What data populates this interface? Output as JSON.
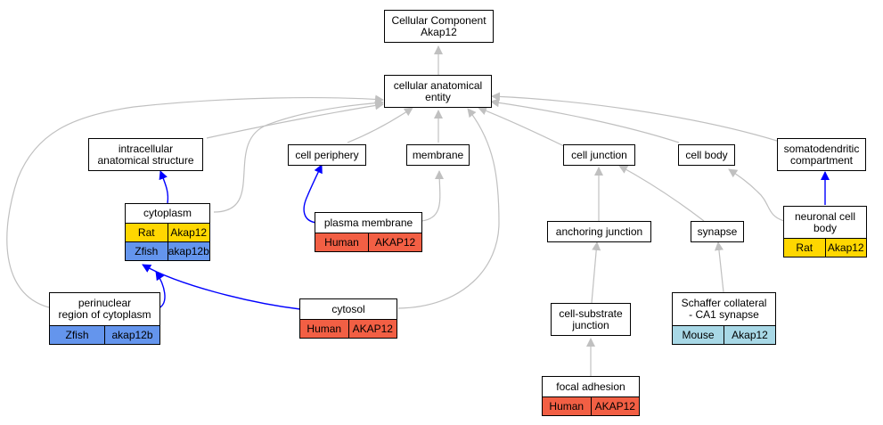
{
  "nodes": {
    "root": {
      "label": "Cellular Component\nAkap12"
    },
    "entity": {
      "label": "cellular anatomical\nentity"
    },
    "intracellular": {
      "label": "intracellular\nanatomical structure"
    },
    "periphery": {
      "label": "cell periphery"
    },
    "membrane": {
      "label": "membrane"
    },
    "junction": {
      "label": "cell junction"
    },
    "cellbody": {
      "label": "cell body"
    },
    "somato": {
      "label": "somatodendritic\ncompartment"
    },
    "cytoplasm": {
      "label": "cytoplasm",
      "rows": [
        {
          "species": "Rat",
          "gene": "Akap12"
        },
        {
          "species": "Zfish",
          "gene": "akap12b"
        }
      ]
    },
    "plasma": {
      "label": "plasma membrane",
      "rows": [
        {
          "species": "Human",
          "gene": "AKAP12"
        }
      ]
    },
    "anchoring": {
      "label": "anchoring junction"
    },
    "synapse": {
      "label": "synapse"
    },
    "neuronal": {
      "label": "neuronal cell\nbody",
      "rows": [
        {
          "species": "Rat",
          "gene": "Akap12"
        }
      ]
    },
    "perinuclear": {
      "label": "perinuclear\nregion of cytoplasm",
      "rows": [
        {
          "species": "Zfish",
          "gene": "akap12b"
        }
      ]
    },
    "cytosol": {
      "label": "cytosol",
      "rows": [
        {
          "species": "Human",
          "gene": "AKAP12"
        }
      ]
    },
    "substrate": {
      "label": "cell-substrate\njunction"
    },
    "schaffer": {
      "label": "Schaffer collateral\n- CA1 synapse",
      "rows": [
        {
          "species": "Mouse",
          "gene": "Akap12"
        }
      ]
    },
    "focal": {
      "label": "focal adhesion",
      "rows": [
        {
          "species": "Human",
          "gene": "AKAP12"
        }
      ]
    }
  },
  "colors": {
    "rat": "#ffd700",
    "zfish": "#6495ed",
    "human": "#f25f44",
    "mouse": "#a8d8e6",
    "edge_gray": "#c0c0c0",
    "edge_blue": "#0000ff"
  }
}
